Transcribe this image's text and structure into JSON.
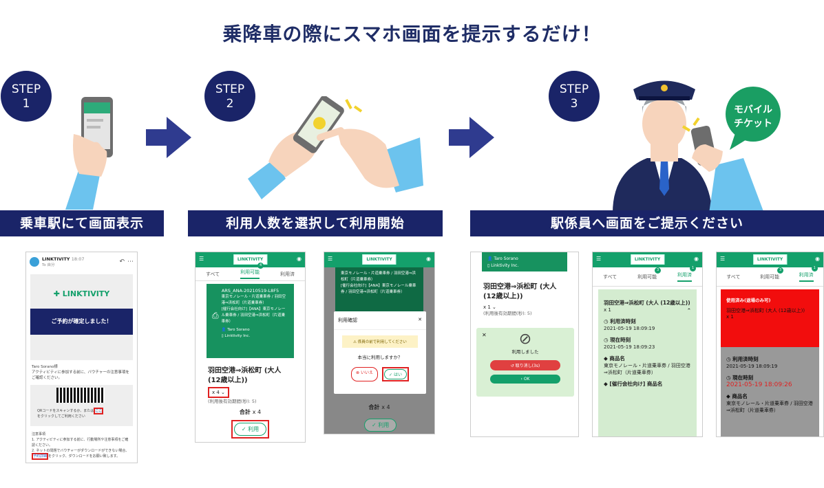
{
  "title": "乗降車の際にスマホ画面を提示するだけ！",
  "steps": [
    {
      "label": "STEP",
      "num": "1",
      "banner": "乗車駅にて画面表示"
    },
    {
      "label": "STEP",
      "num": "2",
      "banner": "利用人数を選択して利用開始"
    },
    {
      "label": "STEP",
      "num": "3",
      "banner": "駅係員へ画面をご提示ください"
    }
  ],
  "bubble": {
    "line1": "モバイル",
    "line2": "チケット"
  },
  "email": {
    "sender": "LINKTIVITY",
    "time": "18:07",
    "to": "To 自分",
    "brand": "LINKTIVITY",
    "confirmed": "ご予約が確定しました！",
    "greeting": "Taro Sorano様",
    "intro": "アクティビティに参加する前に、バウチャーの注意事項をご確認ください。",
    "qr_text": "QRコードをスキャンするか、または",
    "qr_link": "ここ",
    "qr_text2": "をクリックしてご利用ください",
    "notes_title": "注意事項",
    "note1": "1. アクティビティに参加する前に、行動場所や注意事項をご確認ください。",
    "note2": "2. ネットの問題でバウチャーがダウンロードができない場合、",
    "note_link": "予約詳細",
    "note3": "をクリック、ダウンロードをお願い致します。"
  },
  "app": {
    "brand": "LINKTIVITY",
    "tab_all": "すべて",
    "tab_usable": "利用可能",
    "tab_used": "利用済",
    "badge4": "4",
    "badge3": "3",
    "badge1": "1",
    "ticket_id": "ARS_ANA-20210519-L8F5",
    "ticket_line1": "東京モノレール・片道乗車券 / 羽田空港⇒浜松町（片道乗車券）",
    "ticket_line2": "[催行会社向け]【ANA】東京モノレール乗車券 / 羽田空港⇒浜松町（片道乗車券）",
    "ticket_user": "Taro Sorano",
    "ticket_company": "Linktivity Inc.",
    "route": "羽田空港⇒浜松町 (大人 (12歳以上))",
    "qty": "x 4",
    "qty1": "x 1",
    "valid_after": "(利用後有効期間(秒): 5)",
    "total_label": "合計",
    "total_qty": "x 4",
    "use_button": "利用",
    "confirm_title": "利用確認",
    "confirm_warn": "係員の前で利用してください",
    "confirm_q": "本当に利用しますか？",
    "no": "いいえ",
    "yes": "はい",
    "used_msg": "利用しました",
    "cancel": "取り消し(3s)",
    "ok": "OK",
    "used_time_label": "利用済時刻",
    "used_time": "2021-05-19 18:09:19",
    "now_label": "現在時刻",
    "now_time": "2021-05-19 18:09:23",
    "now_time2": "2021-05-19 18:09:26",
    "product_label": "商品名",
    "product": "東京モノレール・片道乗車券 / 羽田空港⇒浜松町（片道乗車券）",
    "agent_label": "[催行会社向け] 商品名",
    "used_banner": "使用済み(退場のみ可)"
  }
}
